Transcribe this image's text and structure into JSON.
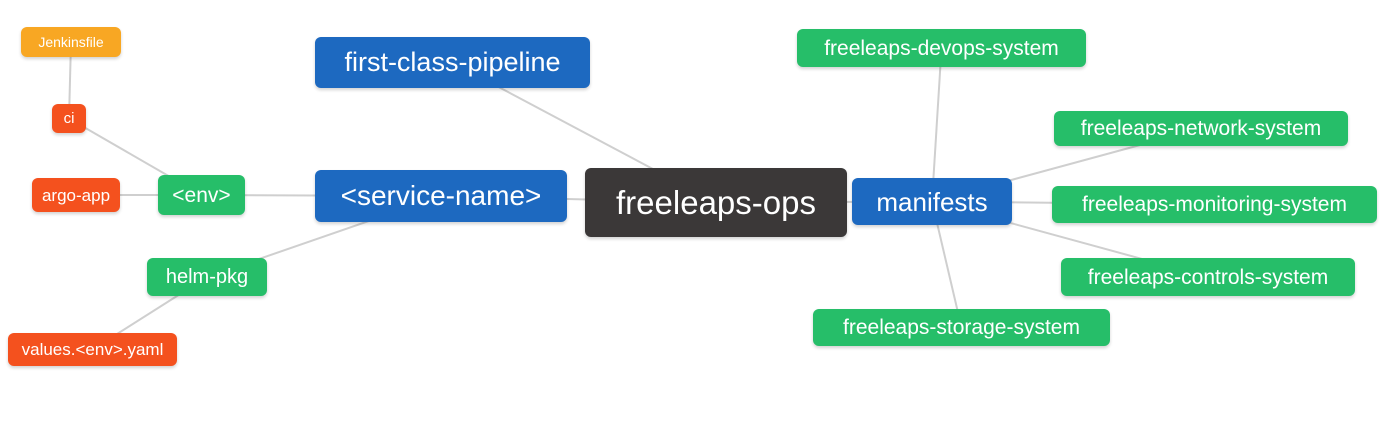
{
  "colors": {
    "blue": "#1d69c0",
    "green": "#26be69",
    "orange": "#f8a723",
    "red": "#f4511e",
    "dark": "#3b3838",
    "line": "#cfcfcf",
    "text": "#ffffff",
    "background": "#ffffff"
  },
  "nodes": [
    {
      "id": "jenkinsfile",
      "label": "Jenkinsfile",
      "color": "orange"
    },
    {
      "id": "ci",
      "label": "ci",
      "color": "red"
    },
    {
      "id": "argo-app",
      "label": "argo-app",
      "color": "red"
    },
    {
      "id": "env",
      "label": "<env>",
      "color": "green"
    },
    {
      "id": "helm-pkg",
      "label": "helm-pkg",
      "color": "green"
    },
    {
      "id": "values-env-yaml",
      "label": "values.<env>.yaml",
      "color": "red"
    },
    {
      "id": "first-class-pipeline",
      "label": "first-class-pipeline",
      "color": "blue"
    },
    {
      "id": "service-name",
      "label": "<service-name>",
      "color": "blue"
    },
    {
      "id": "freeleaps-ops",
      "label": "freeleaps-ops",
      "color": "dark"
    },
    {
      "id": "manifests",
      "label": "manifests",
      "color": "blue"
    },
    {
      "id": "freeleaps-devops-system",
      "label": "freeleaps-devops-system",
      "color": "green"
    },
    {
      "id": "freeleaps-network-system",
      "label": "freeleaps-network-system",
      "color": "green"
    },
    {
      "id": "freeleaps-monitoring-system",
      "label": "freeleaps-monitoring-system",
      "color": "green"
    },
    {
      "id": "freeleaps-controls-system",
      "label": "freeleaps-controls-system",
      "color": "green"
    },
    {
      "id": "freeleaps-storage-system",
      "label": "freeleaps-storage-system",
      "color": "green"
    }
  ],
  "edges": [
    {
      "from": "jenkinsfile",
      "to": "ci"
    },
    {
      "from": "ci",
      "to": "env"
    },
    {
      "from": "argo-app",
      "to": "env"
    },
    {
      "from": "env",
      "to": "service-name"
    },
    {
      "from": "helm-pkg",
      "to": "service-name"
    },
    {
      "from": "values-env-yaml",
      "to": "helm-pkg"
    },
    {
      "from": "first-class-pipeline",
      "to": "freeleaps-ops"
    },
    {
      "from": "service-name",
      "to": "freeleaps-ops"
    },
    {
      "from": "freeleaps-ops",
      "to": "manifests"
    },
    {
      "from": "manifests",
      "to": "freeleaps-devops-system"
    },
    {
      "from": "manifests",
      "to": "freeleaps-network-system"
    },
    {
      "from": "manifests",
      "to": "freeleaps-monitoring-system"
    },
    {
      "from": "manifests",
      "to": "freeleaps-controls-system"
    },
    {
      "from": "manifests",
      "to": "freeleaps-storage-system"
    }
  ]
}
